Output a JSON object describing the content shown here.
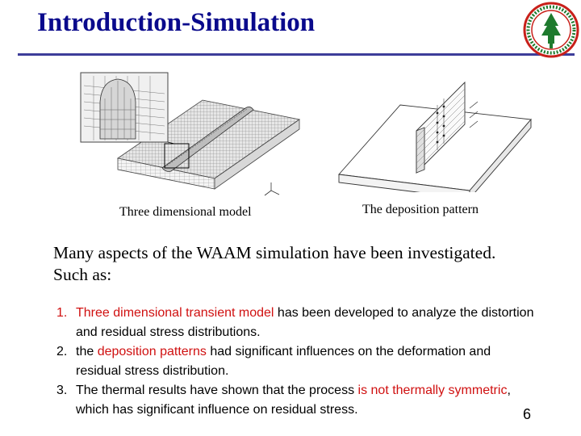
{
  "slide": {
    "title": "Introduction-Simulation",
    "page_number": "6"
  },
  "figures": {
    "left_caption": "Three dimensional model",
    "right_caption": "The deposition pattern"
  },
  "intro": {
    "line1": "Many aspects of the WAAM simulation have been investigated.",
    "line2": "Such as:"
  },
  "items": [
    {
      "num": "1.",
      "highlight": "Three dimensional transient model",
      "rest": " has been developed to analyze the distortion and residual stress distributions."
    },
    {
      "num": "2.",
      "pre": "the ",
      "highlight": "deposition patterns",
      "rest": " had significant influences on the deformation and residual stress distribution."
    },
    {
      "num": "3.",
      "pre": "The thermal results have shown that the process ",
      "highlight": "is not thermally symmetric",
      "rest": ", which has significant influence on residual stress."
    }
  ],
  "colors": {
    "title": "#0a0a8c",
    "highlight": "#d01010",
    "logo_green": "#1e7a2e",
    "logo_red": "#c8201a"
  }
}
